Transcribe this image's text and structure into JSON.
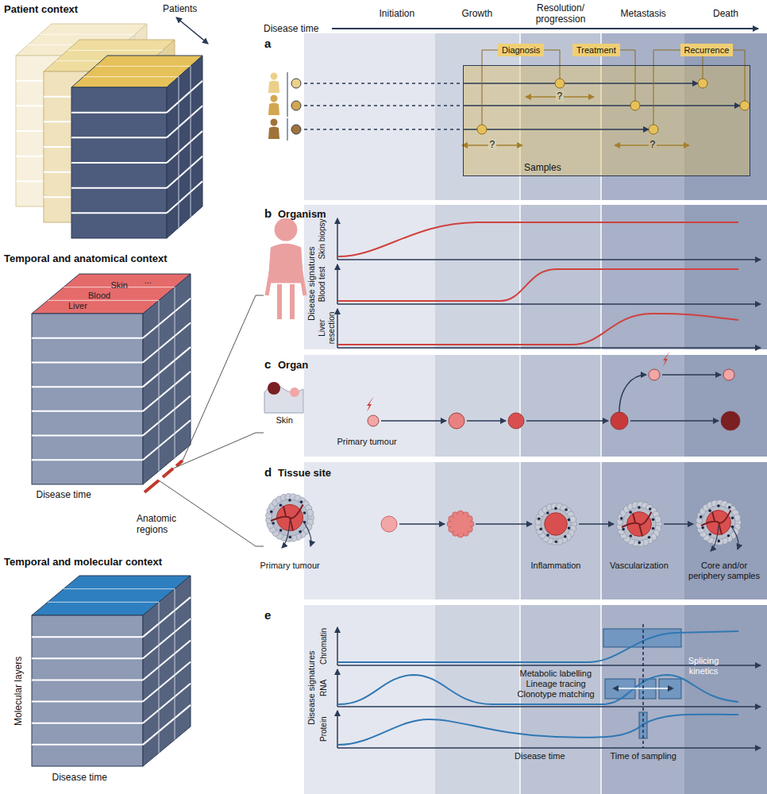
{
  "diagram": {
    "nodes": [
      {
        "text": [
          "Diagnosis"
        ]
      },
      {
        "text": [
          "Treatment"
        ]
      },
      {
        "text": [
          "Recurrence"
        ]
      },
      {
        "text": [
          "Samples"
        ]
      }
    ],
    "labels": [
      "Patient context",
      "Patients",
      "Temporal and anatomical context",
      "...",
      "Skin",
      "Blood",
      "Liver",
      "Disease time",
      "Anatomic regions",
      "Temporal and molecular context",
      "Molecular layers",
      "Disease time",
      "Disease time",
      "Initiation",
      "Growth",
      "Resolution/ progression",
      "Metastasis",
      "Death",
      "a",
      "?",
      "?",
      "?",
      "b",
      "Organism",
      "Disease signatures",
      "Skin biopsy",
      "Blood test",
      "Liver resection",
      "c",
      "Organ",
      "Skin",
      "Primary tumour",
      "d",
      "Tissue site",
      "Primary tumour",
      "Inflammation",
      "Vascularization",
      "Core and/or periphery samples",
      "e",
      "Disease signatures",
      "Chromatin",
      "RNA",
      "Protein",
      "Metabolic labelling",
      "Lineage tracing",
      "Clonotype matching",
      "Splicing kinetics",
      "Disease time",
      "Time of sampling"
    ]
  }
}
